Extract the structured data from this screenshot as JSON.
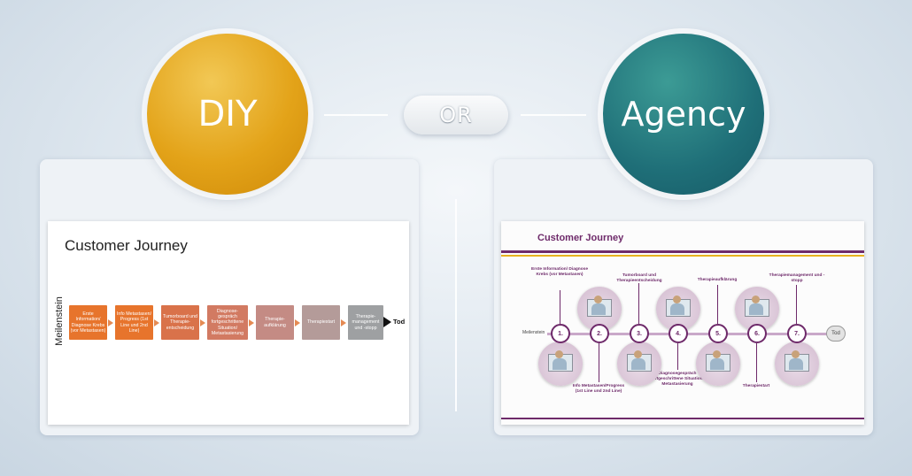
{
  "header": {
    "left_option": "DIY",
    "separator": "OR",
    "right_option": "Agency"
  },
  "diy_slide": {
    "title": "Customer Journey",
    "vertical_label": "Meilenstein",
    "steps": [
      {
        "label": "Erste Information/ Diagnose Krebs (vor Metastasen)",
        "color": "#e7742c"
      },
      {
        "label": "Info Metastasen/ Progress (1st Line und 2nd Line)",
        "color": "#e7742c"
      },
      {
        "label": "Tumorboard und Therapie-entscheidung",
        "color": "#d9724a"
      },
      {
        "label": "Diagnose-gespräch fortgeschrittene Situation/ Metastasierung",
        "color": "#d27a62"
      },
      {
        "label": "Therapie-aufklärung",
        "color": "#c48b84"
      },
      {
        "label": "Therapiestart",
        "color": "#b49b99"
      },
      {
        "label": "Therapie-management und -stopp",
        "color": "#9ea0a2"
      }
    ],
    "end_label": "Tod"
  },
  "agency_slide": {
    "title": "Customer Journey",
    "axis_label": "Meilenstein",
    "nodes": [
      "1.",
      "2.",
      "3.",
      "4.",
      "5.",
      "6.",
      "7."
    ],
    "end_label": "Tod",
    "top_labels": [
      "Erste Information/ Diagnose Krebs (vor Metastasen)",
      "Tumorboard und Therapieentscheidung",
      "Therapieaufklärung",
      "Therapiemanagement und -stopp"
    ],
    "bottom_labels": [
      "Info Metastasen/Progress (1st Line und 2nd Line)",
      "Diagnosegespräch fortgeschrittene Situation/ Metastasierung",
      "Therapiestart"
    ]
  }
}
